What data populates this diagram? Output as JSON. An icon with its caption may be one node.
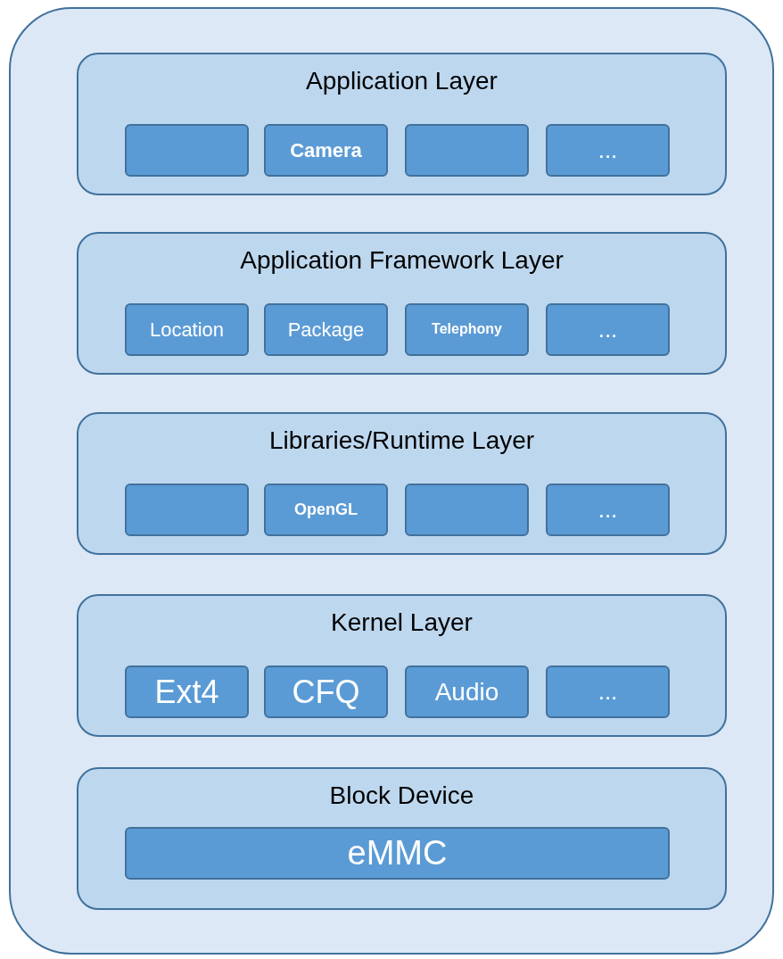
{
  "diagram": {
    "nodes": [
      {
        "text": [],
        "shape": "box"
      },
      {
        "text": [
          "Application Layer"
        ],
        "in": 0
      },
      {
        "text": [],
        "shape": "box",
        "in": 1
      },
      {
        "text": [
          "Camera"
        ],
        "in": 1
      },
      {
        "text": [],
        "shape": "box",
        "in": 1
      },
      {
        "text": [
          "..."
        ],
        "in": 1
      },
      {
        "text": [
          "Application Framework Layer"
        ],
        "in": 0
      },
      {
        "text": [
          "Location"
        ],
        "in": 6
      },
      {
        "text": [
          "Package"
        ],
        "in": 6
      },
      {
        "text": [
          "Telephony"
        ],
        "in": 6
      },
      {
        "text": [
          "..."
        ],
        "in": 6
      },
      {
        "text": [
          "Libraries/Runtime Layer"
        ],
        "in": 0
      },
      {
        "text": [],
        "shape": "box",
        "in": 11
      },
      {
        "text": [
          "OpenGL"
        ],
        "in": 11
      },
      {
        "text": [],
        "shape": "box",
        "in": 11
      },
      {
        "text": [
          "..."
        ],
        "in": 11
      },
      {
        "text": [
          "Kernel Layer"
        ],
        "in": 0
      },
      {
        "text": [
          "Ext4"
        ],
        "in": 16
      },
      {
        "text": [
          "CFQ"
        ],
        "in": 16
      },
      {
        "text": [
          "Audio"
        ],
        "in": 16
      },
      {
        "text": [
          "..."
        ],
        "in": 16
      },
      {
        "text": [
          "Block Device"
        ],
        "in": 0
      },
      {
        "text": [
          "eMMC"
        ],
        "in": 21
      }
    ]
  }
}
